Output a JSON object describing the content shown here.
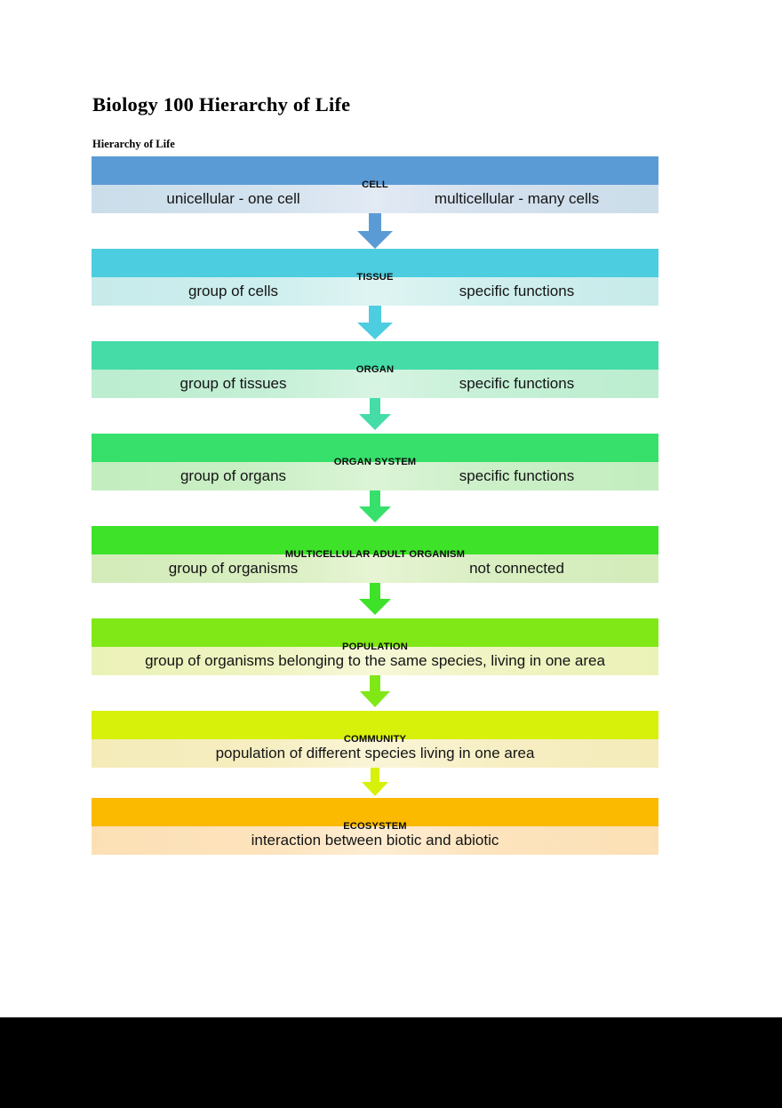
{
  "document": {
    "title": "Biology 100 Hierarchy of Life",
    "caption": "Hierarchy of Life"
  },
  "chart_data": {
    "type": "diagram",
    "title": "Hierarchy of Life",
    "layout": "vertical flow, top to bottom, each level connected by a downward arrow",
    "levels": [
      {
        "name": "CELL",
        "descriptions": [
          "unicellular - one cell",
          "multicellular - many cells"
        ],
        "bar_color": "#5B9BD5",
        "band_color": "#CFE0EC",
        "arrow_color": "#5B9BD5",
        "arrow_size": "large"
      },
      {
        "name": "TISSUE",
        "descriptions": [
          "group of cells",
          "specific functions"
        ],
        "bar_color": "#4CCDE0",
        "band_color": "#CDEEEE",
        "arrow_color": "#4CCDE0",
        "arrow_size": "large"
      },
      {
        "name": "ORGAN",
        "descriptions": [
          "group of tissues",
          "specific functions"
        ],
        "bar_color": "#45DCA8",
        "band_color": "#C2EFD5",
        "arrow_color": "#45DCA8",
        "arrow_size": "medium"
      },
      {
        "name": "ORGAN SYSTEM",
        "descriptions": [
          "group of organs",
          "specific functions"
        ],
        "bar_color": "#37E06B",
        "band_color": "#C8EFC4",
        "arrow_color": "#37E06B",
        "arrow_size": "medium"
      },
      {
        "name": "MULTICELLULAR ADULT ORGANISM",
        "descriptions": [
          "group of organisms",
          "not connected"
        ],
        "bar_color": "#3DE229",
        "band_color": "#D7EEBE",
        "arrow_color": "#3DE229",
        "arrow_size": "medium"
      },
      {
        "name": "POPULATION",
        "descriptions": [
          "group of organisms belonging to the same species, living in one area"
        ],
        "bar_color": "#80E817",
        "band_color": "#EEF3C0",
        "arrow_color": "#80E817",
        "arrow_size": "medium"
      },
      {
        "name": "COMMUNITY",
        "descriptions": [
          "population of different species living in one area"
        ],
        "bar_color": "#D7F10A",
        "band_color": "#F6EEC0",
        "arrow_color": "#D7F10A",
        "arrow_size": "small"
      },
      {
        "name": "ECOSYSTEM",
        "descriptions": [
          "interaction between biotic and abiotic"
        ],
        "bar_color": "#FBB900",
        "band_color": "#FDE3BC",
        "arrow_color": null,
        "arrow_size": null
      }
    ]
  },
  "levels": {
    "cell": {
      "name": "CELL",
      "left": "unicellular - one cell",
      "right": "multicellular - many cells"
    },
    "tissue": {
      "name": "TISSUE",
      "left": "group of cells",
      "right": "specific functions"
    },
    "organ": {
      "name": "ORGAN",
      "left": "group of tissues",
      "right": "specific functions"
    },
    "organ_system": {
      "name": "ORGAN SYSTEM",
      "left": "group of organs",
      "right": "specific functions"
    },
    "organism": {
      "name": "MULTICELLULAR ADULT ORGANISM",
      "left": "group of organisms",
      "right": "not connected"
    },
    "population": {
      "name": "POPULATION",
      "text": "group of organisms belonging to the same species, living in one area"
    },
    "community": {
      "name": "COMMUNITY",
      "text": "population of different species living in one area"
    },
    "ecosystem": {
      "name": "ECOSYSTEM",
      "text": "interaction between biotic and abiotic"
    }
  }
}
